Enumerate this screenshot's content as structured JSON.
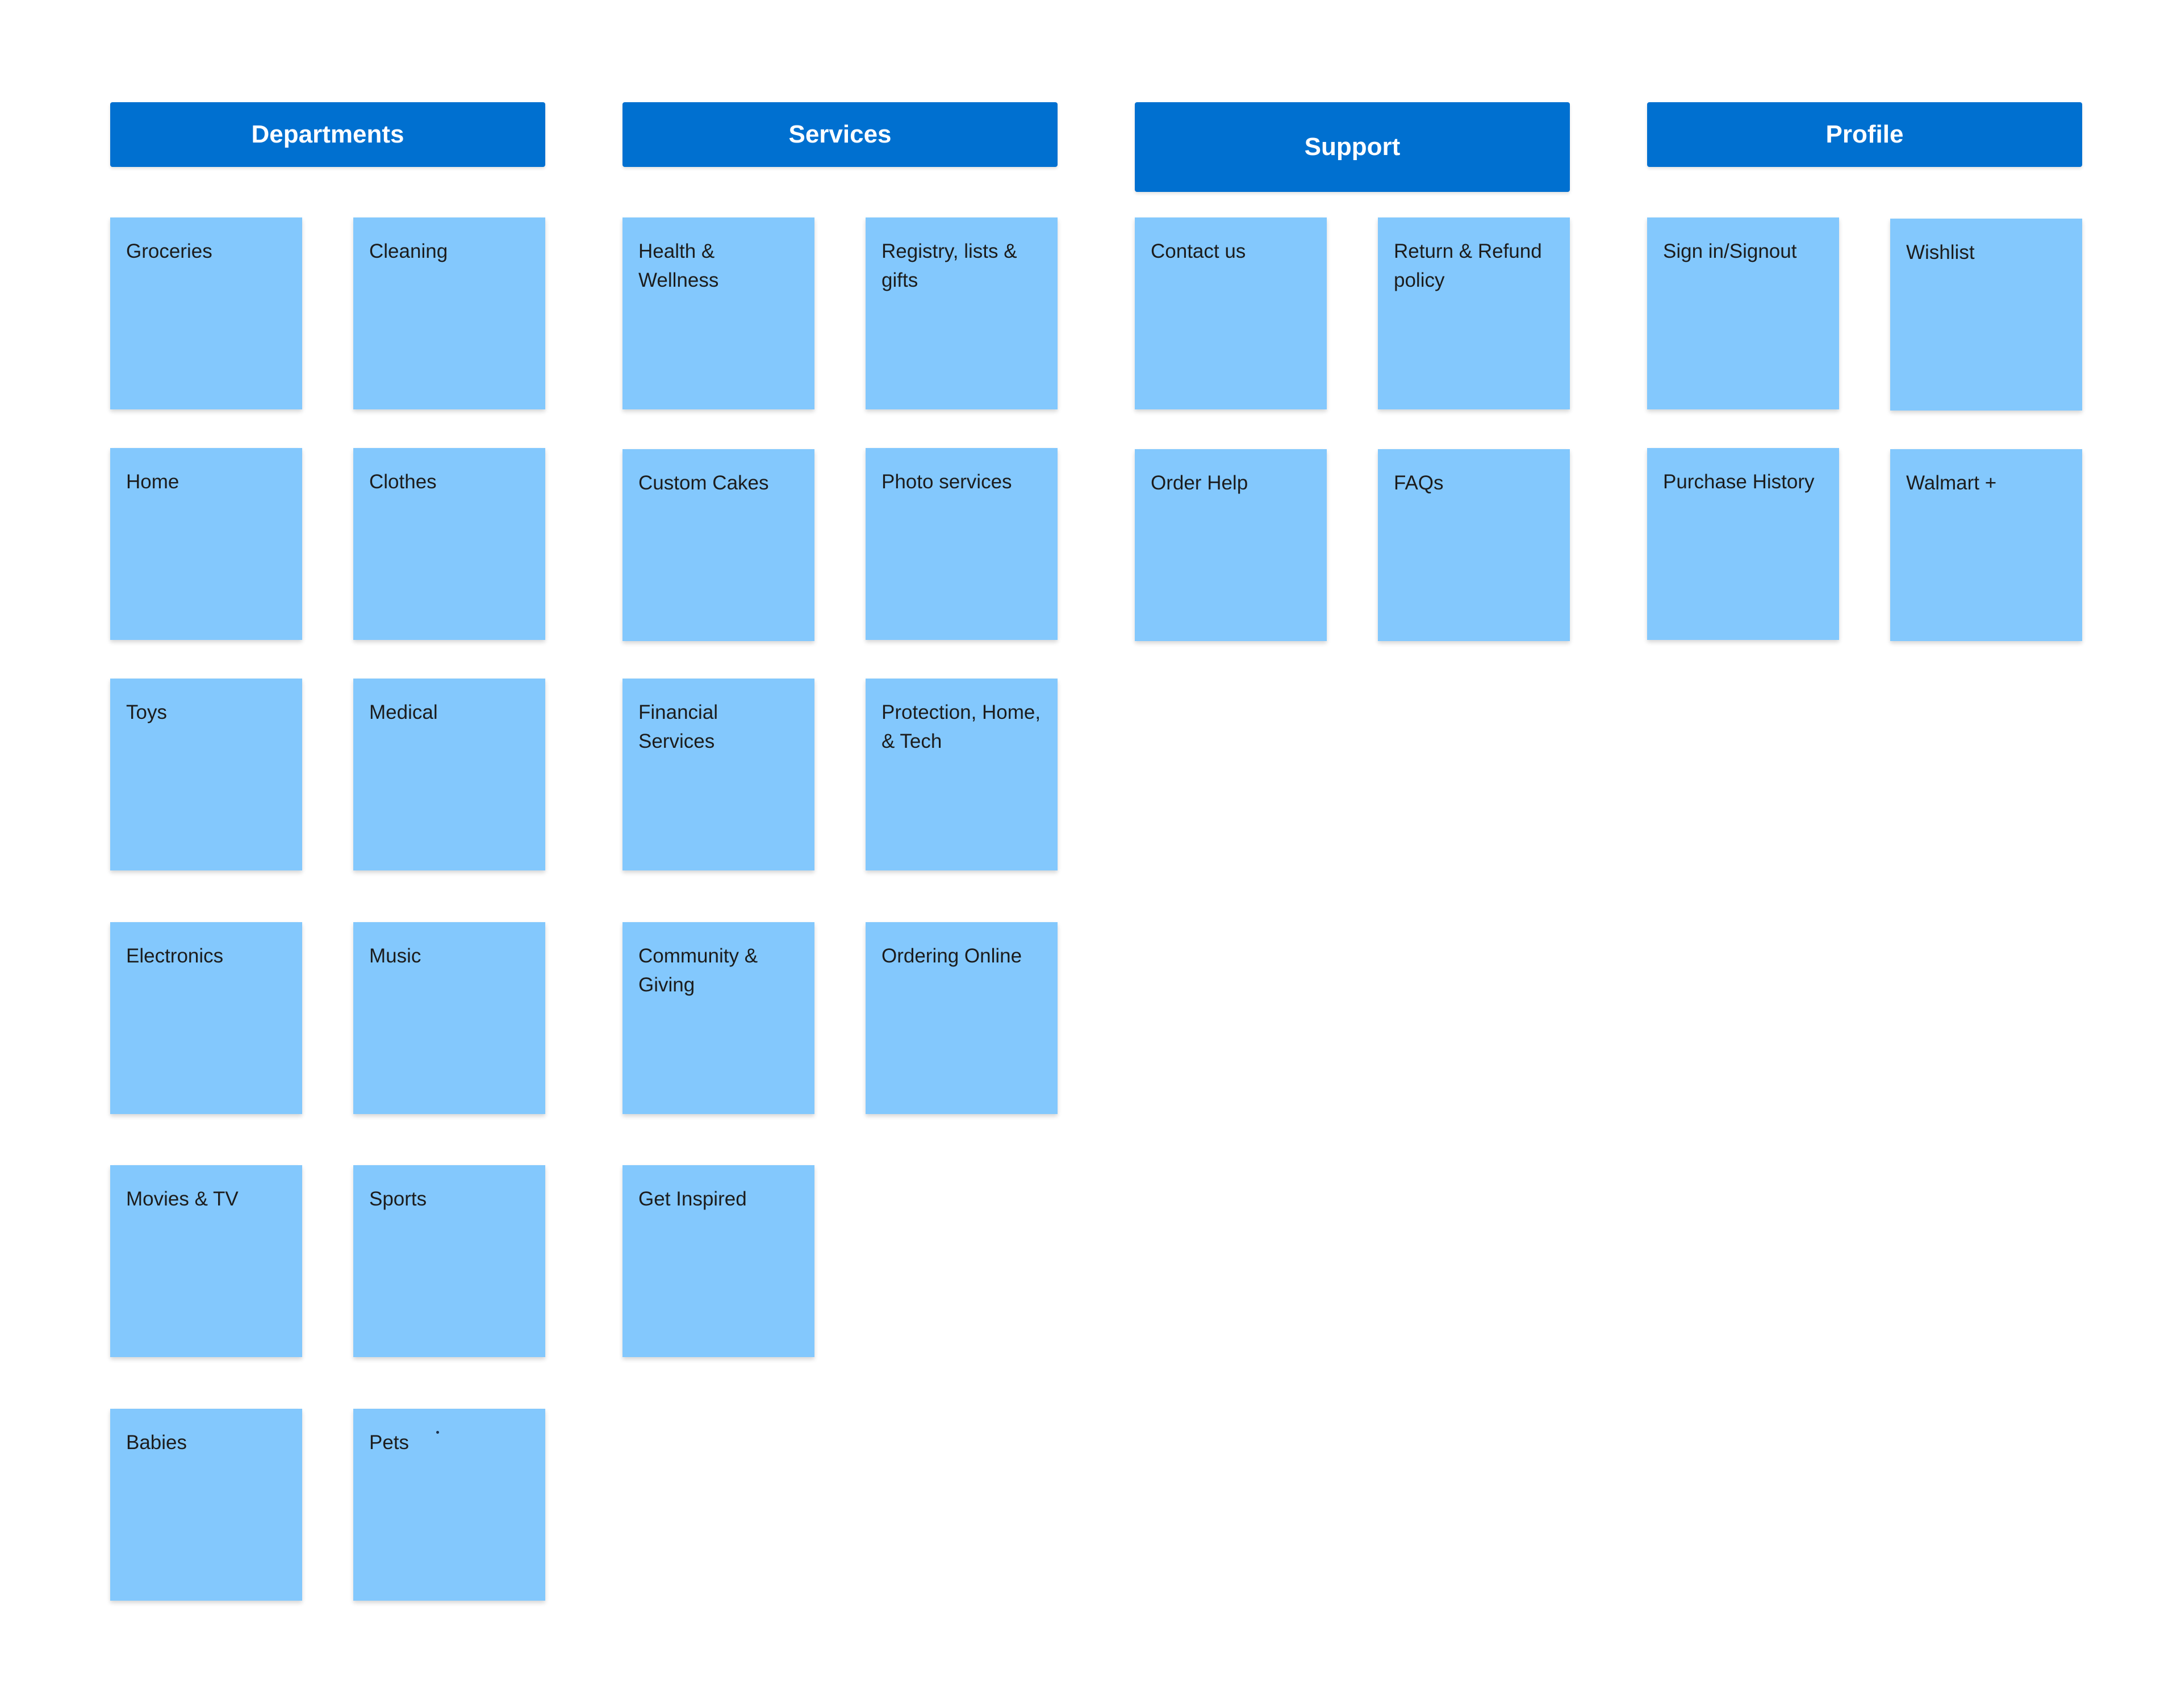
{
  "colors": {
    "header_background": "#0070d0",
    "header_text": "#ffffff",
    "note_background": "#83c8fd",
    "note_text": "#1c1c1c",
    "canvas_background": "#ffffff"
  },
  "columns": [
    {
      "title": "Departments",
      "notes": [
        "Groceries",
        "Cleaning",
        "Home",
        "Clothes",
        "Toys",
        "Medical",
        "Electronics",
        "Music",
        "Movies & TV",
        "Sports",
        "Babies",
        "Pets"
      ]
    },
    {
      "title": "Services",
      "notes": [
        "Health & Wellness",
        "Registry, lists & gifts",
        "Custom Cakes",
        "Photo services",
        "Financial Services",
        "Protection, Home, & Tech",
        "Community & Giving",
        "Ordering Online",
        "Get Inspired"
      ]
    },
    {
      "title": "Support",
      "notes": [
        "Contact us",
        "Return & Refund policy",
        "Order Help",
        "FAQs"
      ]
    },
    {
      "title": "Profile",
      "notes": [
        "Sign in/Signout",
        "Wishlist",
        "Purchase History",
        "Walmart +"
      ]
    }
  ]
}
